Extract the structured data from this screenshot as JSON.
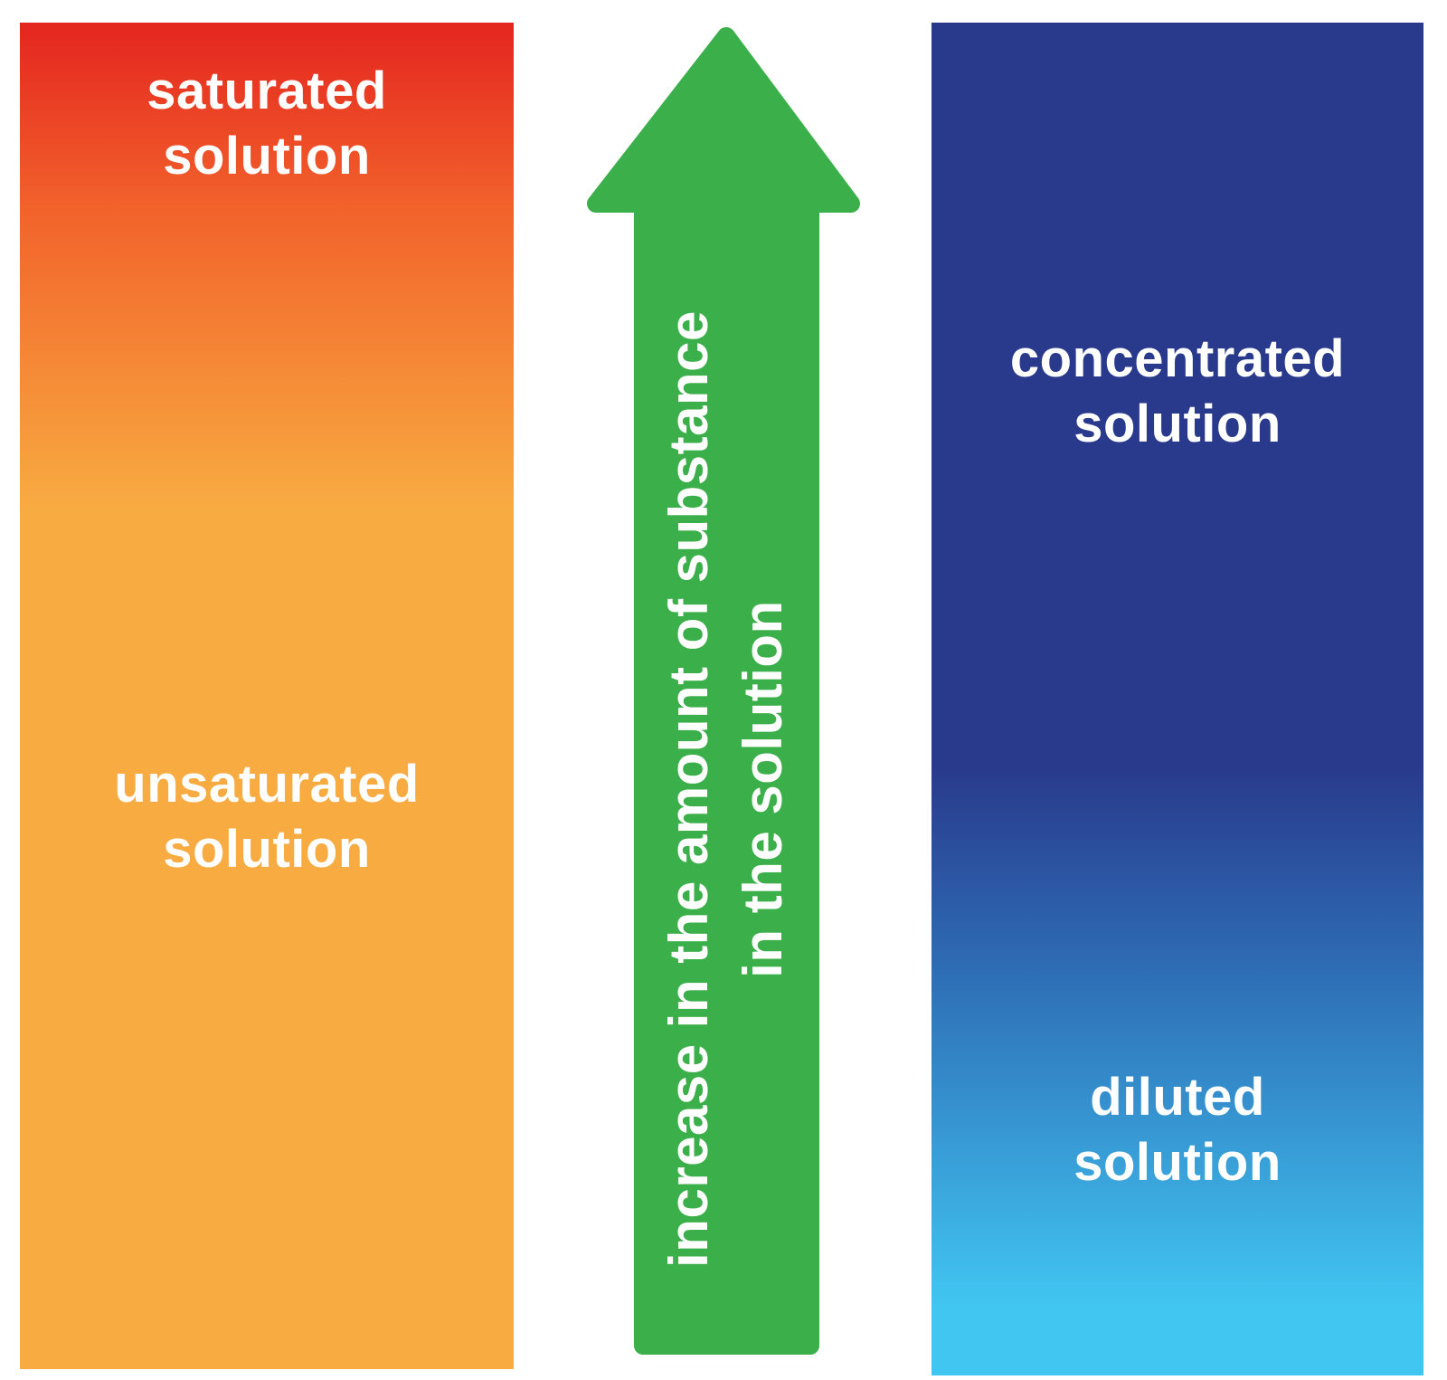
{
  "diagram_title": "",
  "columns": {
    "left": {
      "top_label": {
        "line1": "saturated",
        "line2": "solution"
      },
      "bottom_label": {
        "line1": "unsaturated",
        "line2": "solution"
      }
    },
    "right": {
      "top_label": {
        "line1": "concentrated",
        "line2": "solution"
      },
      "bottom_label": {
        "line1": "diluted",
        "line2": "solution"
      }
    }
  },
  "arrow": {
    "label_line1": "increase in the amount of substance",
    "label_line2": "in the solution",
    "direction": "up"
  },
  "colors": {
    "left_top": "#e42520",
    "left_mid": "#f2632b",
    "left_bottom": "#f8ab41",
    "right_top": "#293a8c",
    "right_mid": "#2e6db5",
    "right_bottom": "#41c6f2",
    "arrow_green": "#3bb04a",
    "text_white": "#ffffff"
  }
}
